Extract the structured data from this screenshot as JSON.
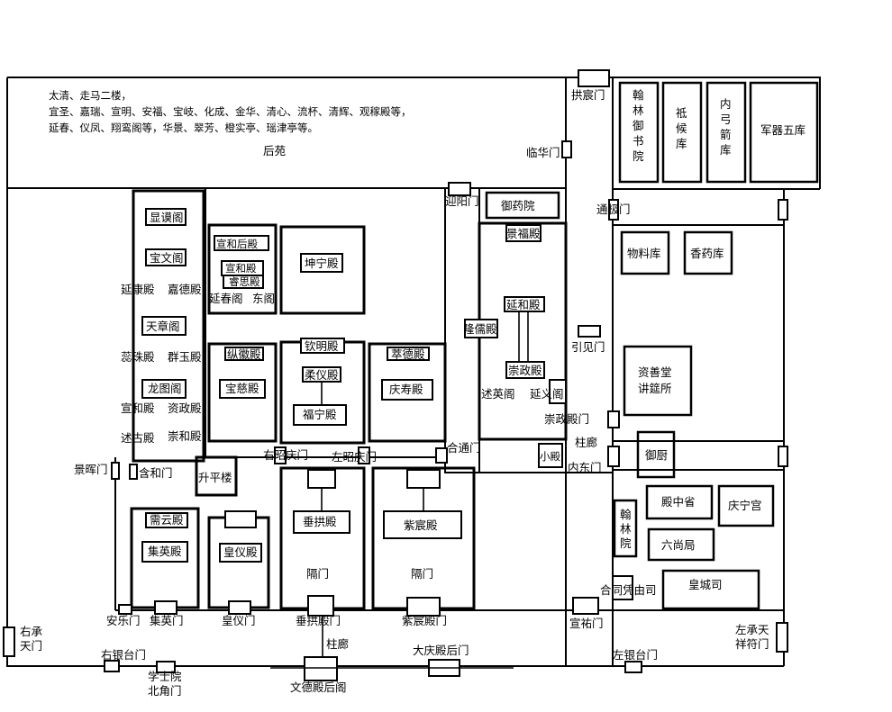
{
  "notes": {
    "line1": "太清、走马二楼，",
    "line2": "宜圣、嘉瑞、宣明、安福、宝岐、化成、金华、清心、流杯、清辉、观稼殿等，",
    "line3": "延春、仪凤、翔鸾阁等，华景、翠芳、橙实亭、瑶津亭等。"
  },
  "labels": {
    "houyuan": "后苑",
    "gongchen_men": "拱宸门",
    "linhua_men": "临华门",
    "hanlin_yushuyuan": [
      "翰",
      "林",
      "御",
      "书",
      "院"
    ],
    "zhihou_ku": [
      "祗",
      "候",
      "库"
    ],
    "neigong_jianku": [
      "内",
      "弓",
      "箭",
      "库"
    ],
    "junqi_wuku": "军器五库",
    "tongji_men": "通极门",
    "yingyang_men": "迎阳门",
    "yuyao_yuan": "御药院",
    "wuliao_ku": "物料库",
    "xiangyao_ku": "香药库",
    "xianmo_ge": "显谟阁",
    "baowen_ge": "宝文阁",
    "yanli_dian": "延康殿",
    "jiade_dian": "嘉德殿",
    "tianzhang_ge": "天章阁",
    "ruizhu_dian": "蕊珠殿",
    "qunyu_dian": "群玉殿",
    "longtu_ge": "龙图阁",
    "xuanhe_dian2": "宣和殿",
    "zizheng_dian": "资政殿",
    "shuyi_dian": "述古殿",
    "chonghe_dian": "崇和殿",
    "xuanhe_houdian": "宣和后殿",
    "xuanhe_dian": "宣和殿",
    "ruisi_dian": "睿思殿",
    "yanchun_ge": "延春阁",
    "dong_ge": "东阁",
    "kunning_dian": "坤宁殿",
    "qinming_dian": "钦明殿",
    "rouyi_dian": "柔仪殿",
    "funing_dian": "福宁殿",
    "cuide_dian": "萃德殿",
    "qingshou_dian": "庆寿殿",
    "wuhui_dian": "纵徽殿",
    "baoci_dian": "宝慈殿",
    "jingfu_dian": "景福殿",
    "yanhe_dian": "延和殿",
    "longru_dian": "隆儒殿",
    "chongzheng_dian": "崇政殿",
    "shuying_ge": "述英阁",
    "yanyi_ge": "延义阁",
    "yinjian_men": "引见门",
    "zishan_tang": [
      "资善堂",
      "讲筵所"
    ],
    "chongzheng_dianmen": "崇政殿门",
    "zhulang": "柱廊",
    "xiao_dian": "小殿",
    "neidong_men": "内东门",
    "yuchu": "御厨",
    "youzhao_men": "右昭庆门",
    "zuozhao_men": "左昭庆门",
    "hetong_men": "合通门",
    "jinghui_men": "景晖门",
    "hehe_men": "含和门",
    "shengping_lou": "升平楼",
    "diannzhong_sheng": "殿中省",
    "qingning_gong": "庆宁宫",
    "hanlin_yuan": [
      "翰",
      "林",
      "院"
    ],
    "liushang_ju": "六尚局",
    "xieyun_dian": "需云殿",
    "jiying_dian": "集英殿",
    "huangyi_dian": "皇仪殿",
    "chuigong_dian": "垂拱殿",
    "zichen_dian": "紫宸殿",
    "ge_men_1": "隔门",
    "ge_men_2": "隔门",
    "hetong_pingyousi": "合同凭由司",
    "huangcheng_si": "皇城司",
    "anle_men": "安乐门",
    "jiying_men": "集英门",
    "huangyi_men": "皇仪门",
    "chuigong_dianmen": "垂拱殿门",
    "zichen_dianmen": "紫宸殿门",
    "xuanyou_men": "宣祐门",
    "you_chengtian_men": [
      "右承",
      "天门"
    ],
    "zuo_chengtian_men": [
      "左承天",
      "祥符门"
    ],
    "zhulang2": "柱廊",
    "daqing_dian_houmen": "大庆殿后门",
    "you_yintai_men": "右银台门",
    "zuo_yintai_men": "左银台门",
    "xueshi_yuan": [
      "学士院",
      "北角门"
    ],
    "wende_dian_houge": "文德殿后阁"
  }
}
